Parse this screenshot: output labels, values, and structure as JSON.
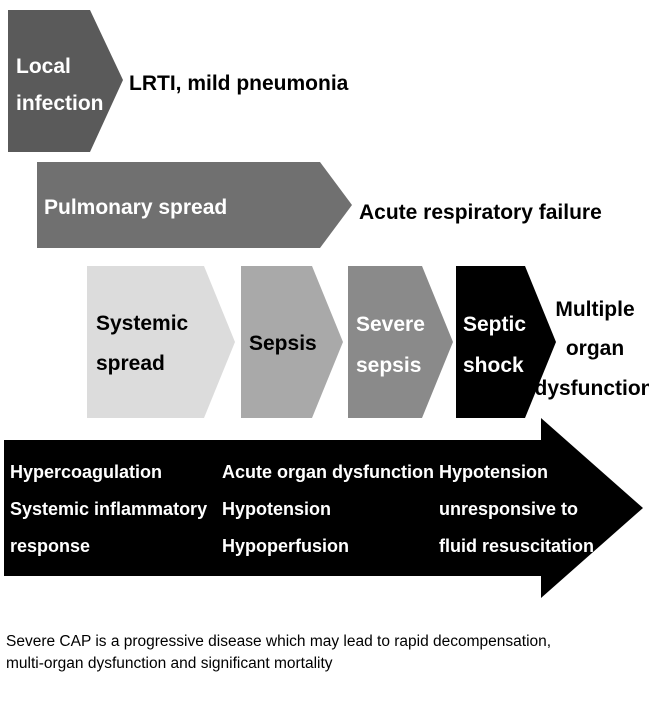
{
  "colors": {
    "dark_gray": "#5a5a5a",
    "mid_gray": "#707070",
    "light_gray": "#dcdcdc",
    "sepsis_gray": "#a9a9a9",
    "severe_gray": "#8a8a8a",
    "black": "#000000"
  },
  "rows": {
    "local": {
      "label": [
        "Local",
        "infection"
      ],
      "outcome": "LRTI, mild pneumonia"
    },
    "pulmonary": {
      "label": "Pulmonary spread",
      "outcome": "Acute respiratory failure"
    },
    "systemic": {
      "stages": [
        {
          "label": [
            "Systemic",
            "spread"
          ]
        },
        {
          "label": [
            "Sepsis"
          ]
        },
        {
          "label": [
            "Severe",
            "sepsis"
          ]
        },
        {
          "label": [
            "Septic",
            "shock"
          ]
        }
      ],
      "outcome": [
        "Multiple",
        "organ",
        "dysfunction"
      ]
    }
  },
  "big_arrow": {
    "col1": [
      "Hypercoagulation",
      "Systemic inflammatory",
      "response"
    ],
    "col2": [
      "Acute organ dysfunction",
      "Hypotension",
      "Hypoperfusion"
    ],
    "col3": [
      "Hypotension",
      "unresponsive to",
      "fluid resuscitation"
    ]
  },
  "caption": [
    "Severe CAP is a progressive disease which may lead to rapid decompensation,",
    "multi-organ dysfunction and significant mortality"
  ]
}
